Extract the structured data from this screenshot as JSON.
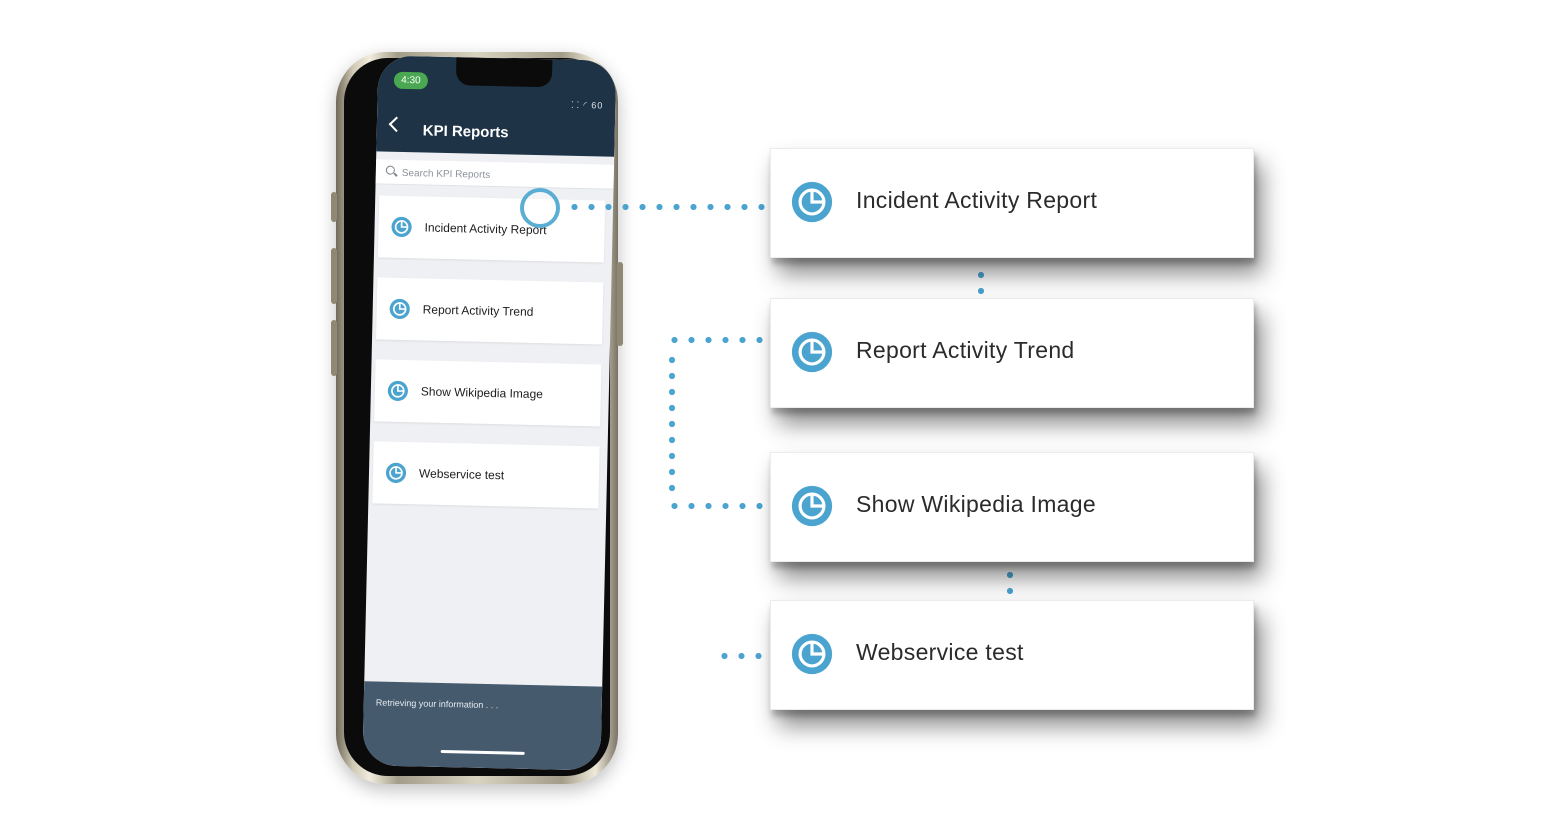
{
  "app": {
    "status_time": "4:30",
    "status_icons": "⸬ ◜ 60",
    "title": "KPI Reports",
    "search_placeholder": "Search KPI Reports",
    "footer_status": "Retrieving your information . . ."
  },
  "phone_list": [
    {
      "label": "Incident Activity Report"
    },
    {
      "label": "Report Activity Trend"
    },
    {
      "label": "Show Wikipedia Image"
    },
    {
      "label": "Webservice test"
    }
  ],
  "cards": [
    {
      "label": "Incident Activity Report",
      "icon": "pie-chart-icon"
    },
    {
      "label": "Report Activity Trend",
      "icon": "pie-chart-icon"
    },
    {
      "label": "Show Wikipedia Image",
      "icon": "pie-chart-icon"
    },
    {
      "label": "Webservice test",
      "icon": "pie-chart-icon"
    }
  ],
  "colors": {
    "accent": "#4ba4d0",
    "header": "#1e3345",
    "footer": "#465a6e",
    "status_pill": "#4aa852"
  }
}
